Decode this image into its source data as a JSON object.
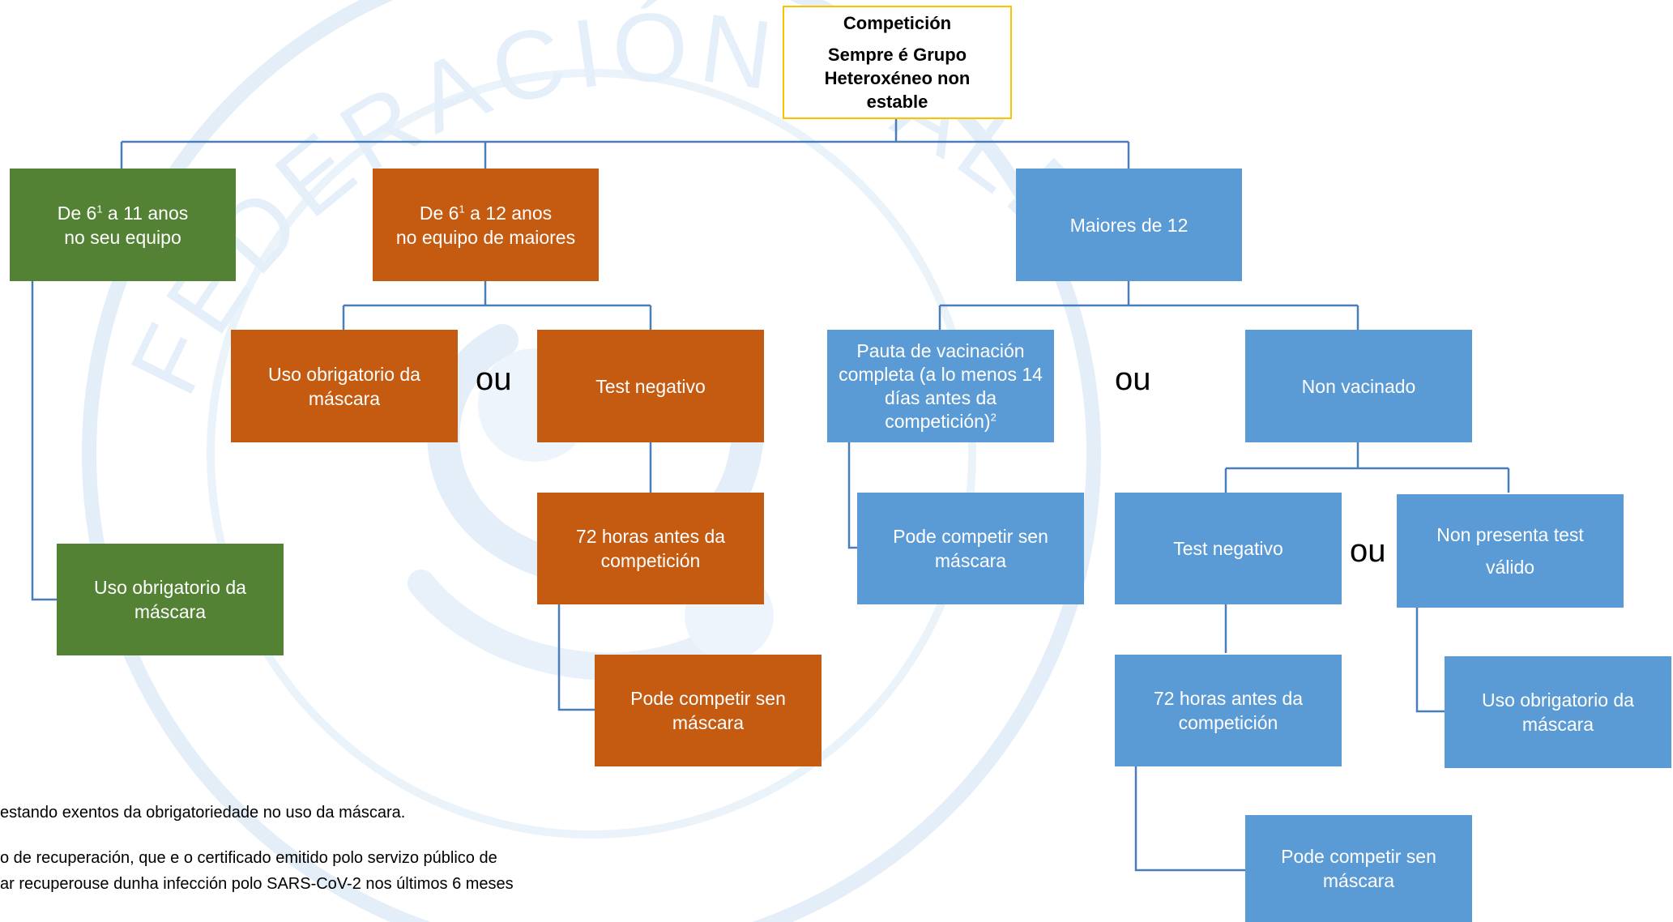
{
  "top_box": {
    "line1": "Competición",
    "line2": "Sempre é Grupo Heteroxéneo non estable"
  },
  "watermark": {
    "text": "FEDERACIÓN GALEGA DE PATINAXE"
  },
  "boxes": {
    "age_6_11": {
      "pre": "De 6",
      "sup": "1",
      "post": " a 11 anos",
      "line2": "no seu equipo"
    },
    "age_6_12": {
      "pre": "De 6",
      "sup": "1",
      "post": " a 12 anos",
      "line2": "no equipo de maiores"
    },
    "over_12": {
      "text": "Maiores de 12"
    },
    "green_mask": {
      "text": "Uso obrigatorio da máscara"
    },
    "orange_mask": {
      "text": "Uso obrigatorio da máscara"
    },
    "orange_test": {
      "text": "Test negativo"
    },
    "orange_72h": {
      "text": "72 horas antes da competición"
    },
    "orange_no_mask": {
      "text": "Pode competir sen máscara"
    },
    "vaccinated": {
      "text": "Pauta de vacinación completa (a lo menos 14 días antes da competición)",
      "sup": "2"
    },
    "not_vaccinated": {
      "text": "Non vacinado"
    },
    "vacc_no_mask": {
      "text": "Pode competir sen máscara"
    },
    "blue_test": {
      "text": "Test negativo"
    },
    "no_valid_test": {
      "text": "Non presenta test válido"
    },
    "blue_72h": {
      "text": "72 horas antes da competición"
    },
    "blue_mask": {
      "text": "Uso obrigatorio da máscara"
    },
    "blue_no_mask": {
      "text": "Pode competir sen máscara"
    }
  },
  "connectors": {
    "ou": "ou"
  },
  "notes": {
    "note1": "estando exentos da obrigatoriedade no uso da máscara.",
    "note2_line1": "o de recuperación, que e o certificado emitido polo servizo público de",
    "note2_line2": "ar recuperouse dunha infección polo SARS-CoV-2 nos últimos 6 meses"
  },
  "colors": {
    "green": "#548235",
    "orange": "#C55A11",
    "blue": "#5B9BD5",
    "top_border": "#FFC000",
    "line": "#4A7EBB"
  }
}
